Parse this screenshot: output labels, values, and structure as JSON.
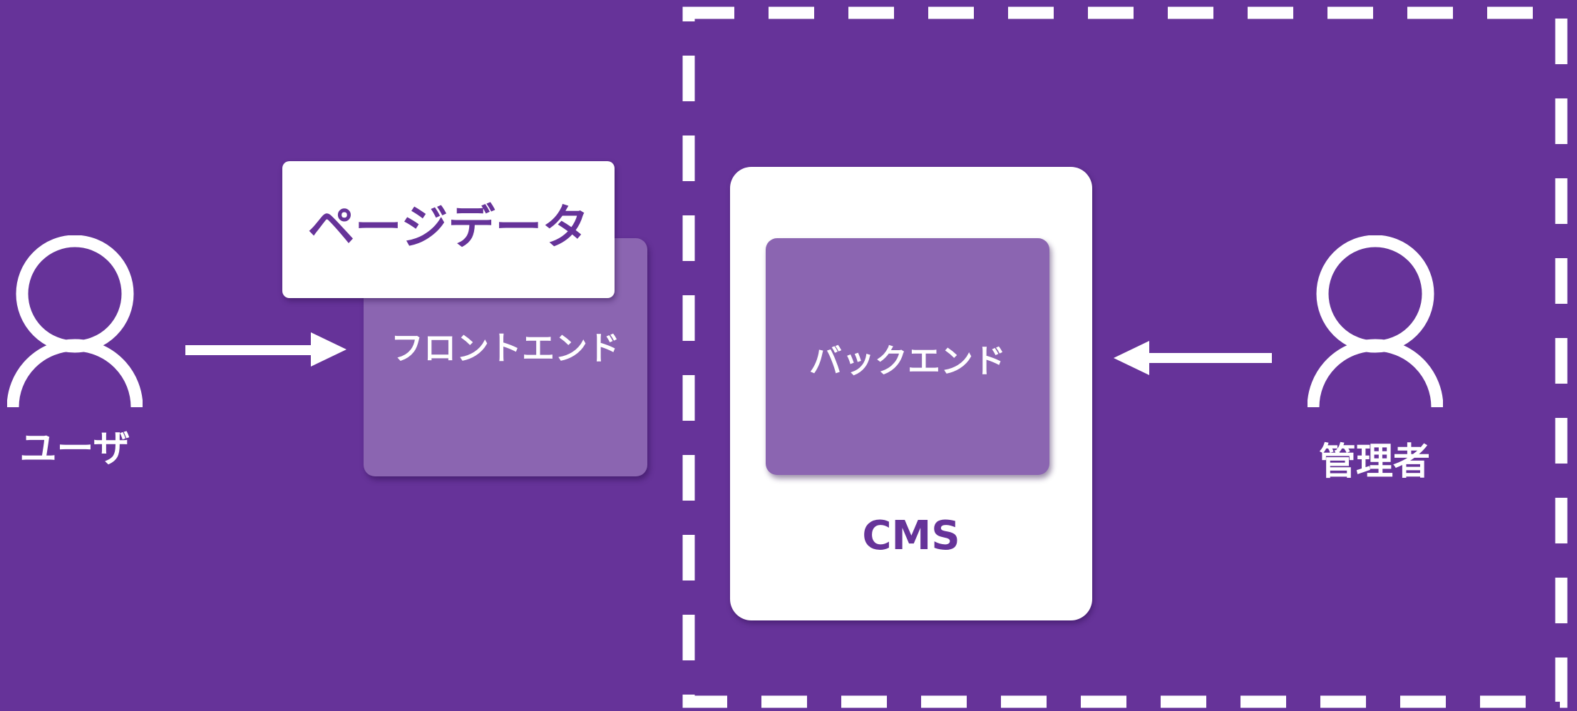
{
  "diagram": {
    "user_label": "ユーザ",
    "admin_label": "管理者",
    "page_data_label": "ページデータ",
    "frontend_label": "フロントエンド",
    "backend_label": "バックエンド",
    "cms_label": "CMS"
  },
  "colors": {
    "background": "#663399",
    "box_fill": "#8b65b1",
    "card_fill": "#ffffff",
    "text_accent": "#663399"
  },
  "icons": {
    "user": "person-icon",
    "admin": "person-icon"
  }
}
